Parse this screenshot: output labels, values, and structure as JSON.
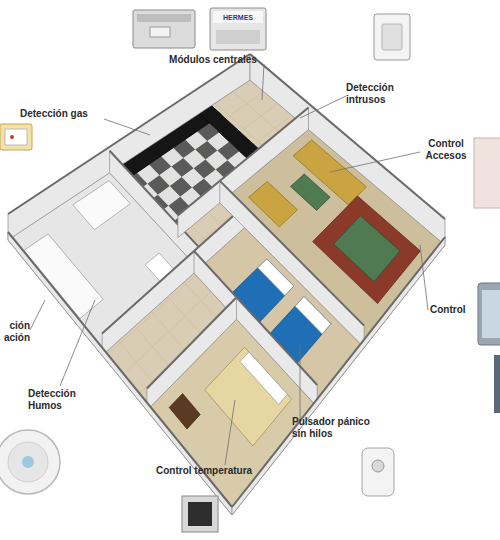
{
  "diagram": {
    "labels": [
      "Módulos centrales",
      "HERMES",
      "Detección gas",
      "Detección intrusos",
      "Control Accesos",
      "Control",
      "ción ación",
      "Detección Humos",
      "Pulsador pánico sin hilos",
      "Control temperatura"
    ]
  }
}
